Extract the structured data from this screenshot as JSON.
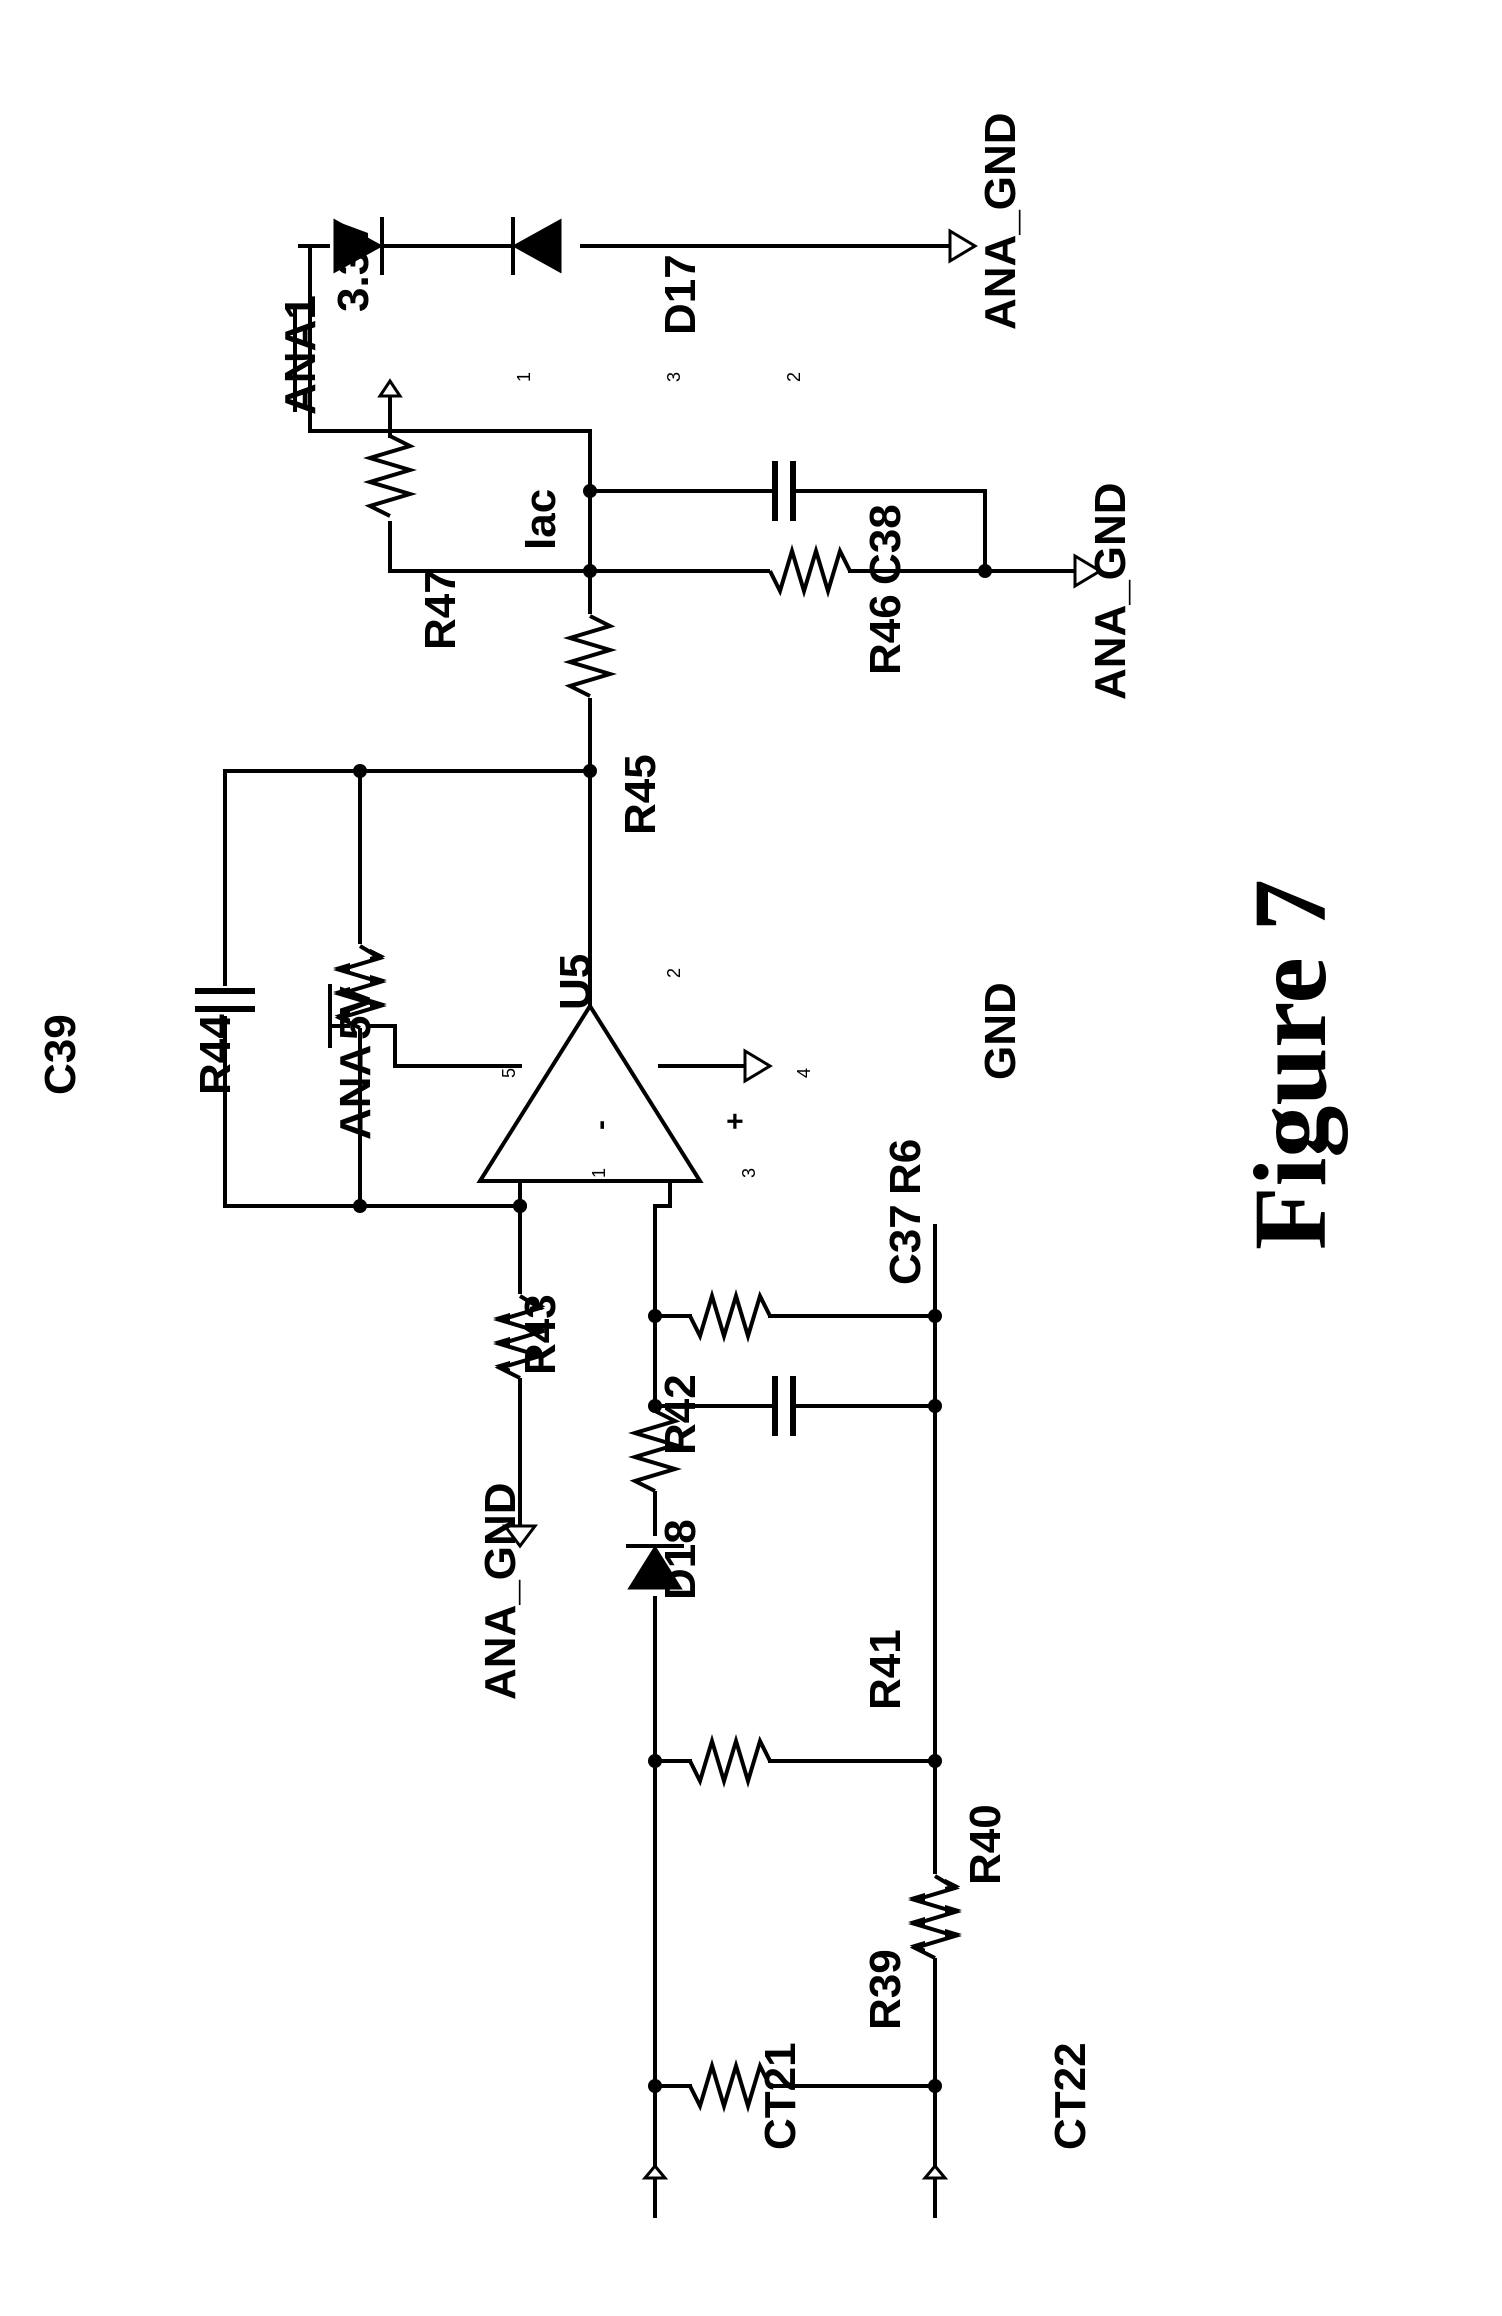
{
  "figure": {
    "caption": "Figure 7"
  },
  "components": {
    "ana1": "ANA1",
    "v33": "3.3V",
    "d17": "D17",
    "ana_gnd_1": "ANA_GND",
    "iac": "Iac",
    "r47": "R47",
    "r46": "R46",
    "c38": "C38",
    "ana_gnd_2": "ANA_GND",
    "r45": "R45",
    "c39": "C39",
    "r44": "R44",
    "ana": "ANA",
    "v5": "5V",
    "u5": "U5",
    "gnd": "GND",
    "r43": "R43",
    "r42": "R42",
    "c37": "C37",
    "r6": "R6",
    "ana_gnd_3": "ANA_GND",
    "d18": "D18",
    "r41": "R41",
    "r40": "R40",
    "r39": "R39",
    "ct21": "CT21",
    "ct22": "CT22"
  },
  "pins": {
    "d17_p1": "1",
    "d17_p3": "3",
    "d17_p2": "2",
    "u5_p5": "5",
    "u5_p4": "4",
    "u5_p2": "2",
    "u5_p1": "1",
    "u5_p3": "3",
    "u5_minus": "-",
    "u5_plus": "+"
  }
}
